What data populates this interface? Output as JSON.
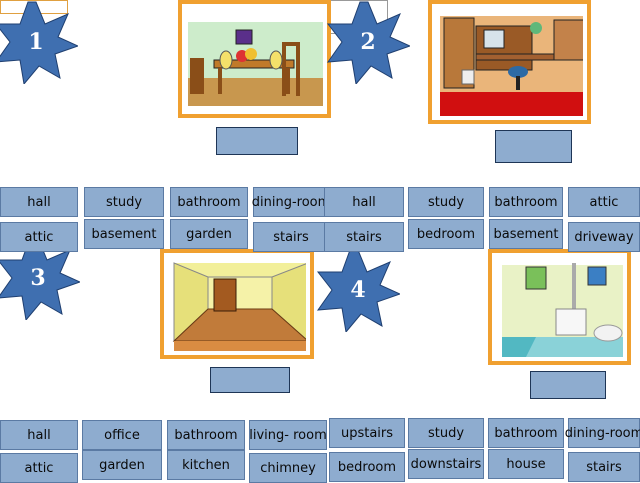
{
  "stars": [
    "1",
    "2",
    "3",
    "4"
  ],
  "set1": {
    "words_row1": [
      "hall",
      "study",
      "bathroom",
      "dining-room"
    ],
    "words_row2": [
      "attic",
      "basement",
      "garden",
      "stairs"
    ]
  },
  "set2": {
    "words_row1": [
      "hall",
      "study",
      "bathroom",
      "attic"
    ],
    "words_row2": [
      "stairs",
      "bedroom",
      "basement",
      "driveway"
    ]
  },
  "set3": {
    "words_row1": [
      "hall",
      "office",
      "bathroom",
      "living- room"
    ],
    "words_row2": [
      "attic",
      "garden",
      "kitchen",
      "chimney"
    ]
  },
  "set4": {
    "words_row1": [
      "upstairs",
      "study",
      "bathroom",
      "dining-room"
    ],
    "words_row2": [
      "bedroom",
      "downstairs",
      "house",
      "stairs"
    ]
  },
  "colors": {
    "tile": "#8eaccf",
    "frame": "#f0a030",
    "star": "#3f6fb0"
  }
}
